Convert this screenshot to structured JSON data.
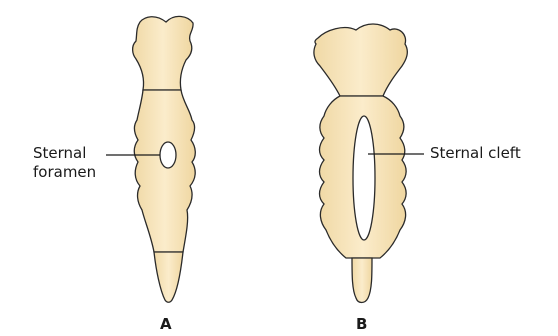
{
  "labels": {
    "sternal_foramen_line1": "Sternal",
    "sternal_foramen_line2": "foramen",
    "sternal_cleft": "Sternal cleft"
  },
  "captions": {
    "a": "A",
    "b": "B"
  },
  "colors": {
    "bone_fill": "#f8e7bf",
    "bone_outline": "#2a2a2a",
    "hole_fill": "#ffffff",
    "leader_line": "#1a1a1a"
  }
}
